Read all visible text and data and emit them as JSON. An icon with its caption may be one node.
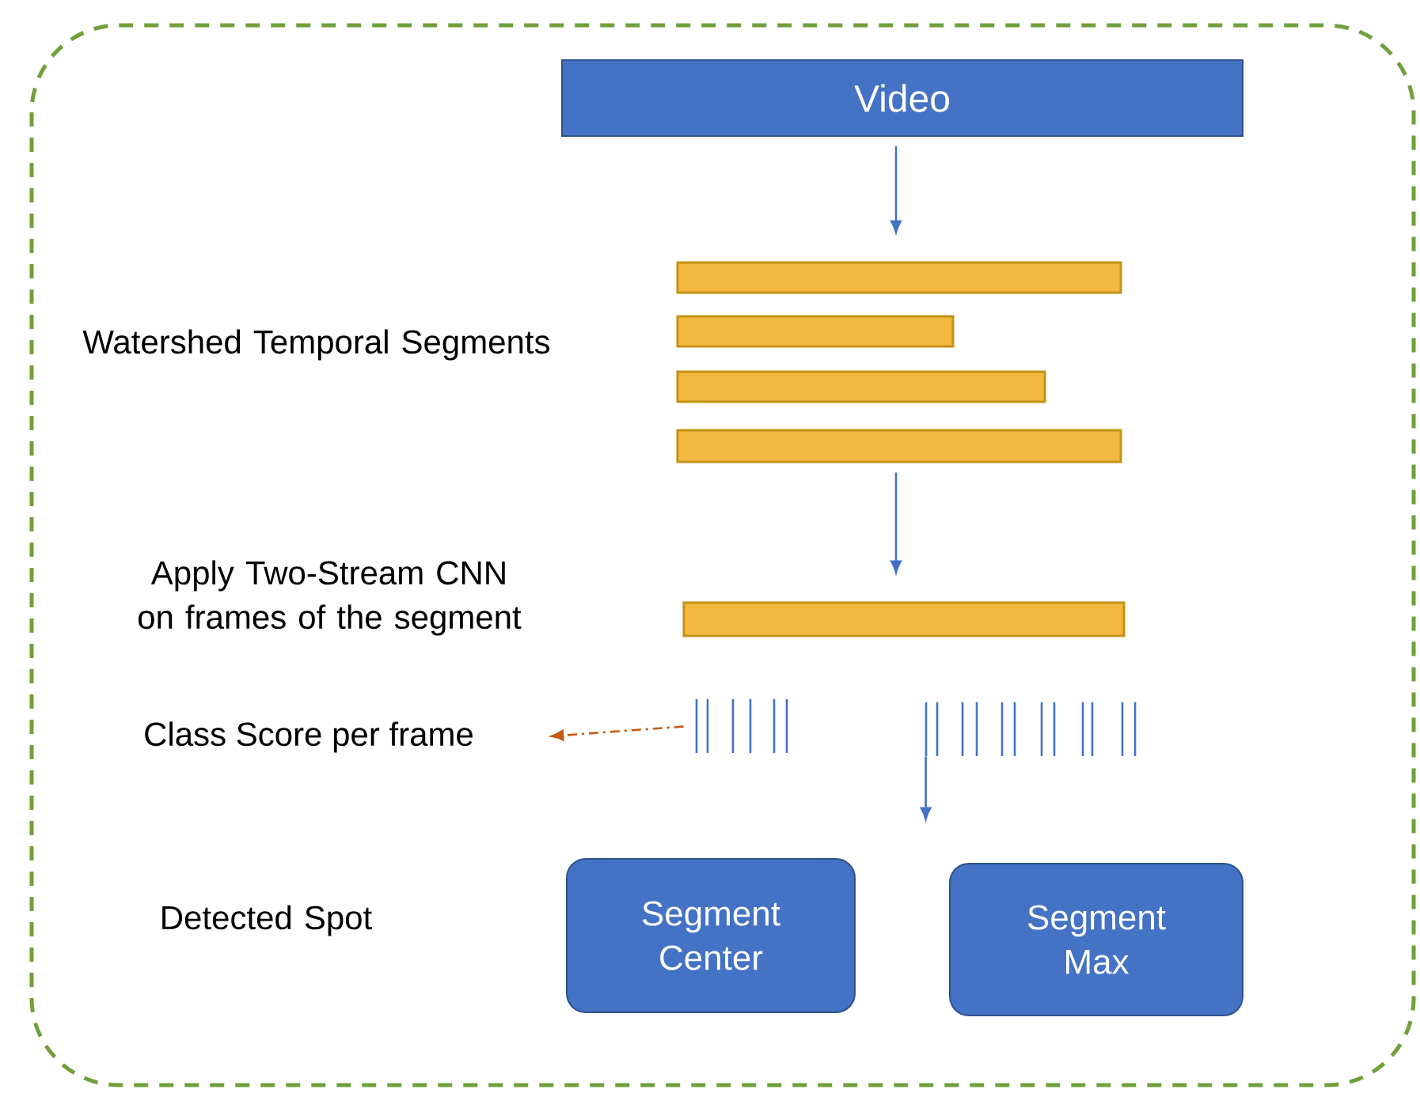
{
  "diagram": {
    "nodes": [
      {
        "text": [
          "Video"
        ]
      },
      {
        "text": [],
        "shape": "bar"
      },
      {
        "text": [],
        "shape": "bar"
      },
      {
        "text": [],
        "shape": "bar"
      },
      {
        "text": [],
        "shape": "bar"
      },
      {
        "text": [],
        "shape": "bar"
      },
      {
        "text": [],
        "shape": "bar"
      },
      {
        "text": [],
        "shape": "bar"
      },
      {
        "text": [
          "Class Score per frame"
        ]
      },
      {
        "text": [
          "Segment Center"
        ]
      },
      {
        "text": [
          "Segment Max"
        ]
      }
    ],
    "edges": [
      {
        "from": 0,
        "to": 1,
        "arrow": "to"
      },
      {
        "from": 4,
        "to": 5,
        "arrow": "to"
      },
      {
        "from": 6,
        "to": 8,
        "arrow": "to",
        "style": "dashed",
        "color": "#c55a11"
      },
      {
        "from": 7,
        "to": null,
        "arrow": "to"
      }
    ],
    "labels": [
      "Watershed Temporal Segments",
      "Apply Two-Stream CNN on frames of the segment",
      "Detected Spot"
    ]
  }
}
